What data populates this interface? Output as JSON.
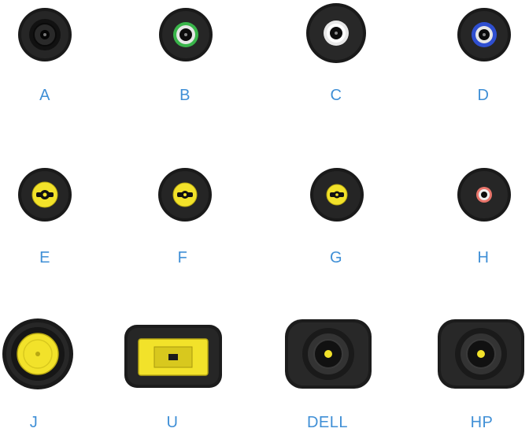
{
  "connectors": [
    {
      "label": "A",
      "icon": "dc-barrel-plug-black-icon",
      "ring_color": "#202020"
    },
    {
      "label": "B",
      "icon": "dc-barrel-plug-green-ring-icon",
      "ring_color": "#39b54a"
    },
    {
      "label": "C",
      "icon": "dc-barrel-plug-white-ring-icon",
      "ring_color": "#e8e8e8"
    },
    {
      "label": "D",
      "icon": "dc-barrel-plug-blue-ring-icon",
      "ring_color": "#2f4fd0"
    },
    {
      "label": "E",
      "icon": "dc-barrel-plug-yellow-icon",
      "ring_color": "#f2e22a"
    },
    {
      "label": "F",
      "icon": "dc-barrel-plug-yellow-icon",
      "ring_color": "#f2e22a"
    },
    {
      "label": "G",
      "icon": "dc-barrel-plug-yellow-icon",
      "ring_color": "#f2e22a"
    },
    {
      "label": "H",
      "icon": "dc-barrel-plug-red-ring-icon",
      "ring_color": "#e8746a"
    },
    {
      "label": "J",
      "icon": "dc-large-barrel-plug-yellow-icon",
      "ring_color": "#f2e22a"
    },
    {
      "label": "U",
      "icon": "rectangular-slim-tip-plug-icon",
      "ring_color": "#f2e22a"
    },
    {
      "label": "DELL",
      "icon": "dell-barrel-plug-icon",
      "ring_color": "#f2e22a"
    },
    {
      "label": "HP",
      "icon": "hp-barrel-plug-icon",
      "ring_color": "#f2e22a"
    }
  ],
  "colors": {
    "label": "#3f8fd6",
    "plug_body": "#1c1c1c",
    "pin_yellow": "#f2e22a"
  }
}
